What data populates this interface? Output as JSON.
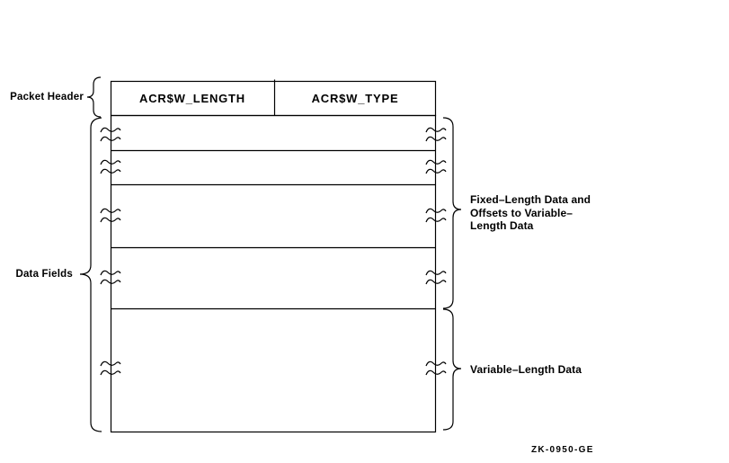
{
  "figure": {
    "packet_header_label": "Packet Header",
    "data_fields_label": "Data Fields",
    "header_cells": [
      "ACR$W_LENGTH",
      "ACR$W_TYPE"
    ],
    "annotations": {
      "fixed_length": "Fixed–Length Data and\nOffsets to Variable–\nLength Data",
      "variable_length": "Variable–Length Data"
    },
    "figure_code": "ZK-0950-GE",
    "colors": {
      "line": "#000000",
      "background": "#ffffff"
    }
  }
}
